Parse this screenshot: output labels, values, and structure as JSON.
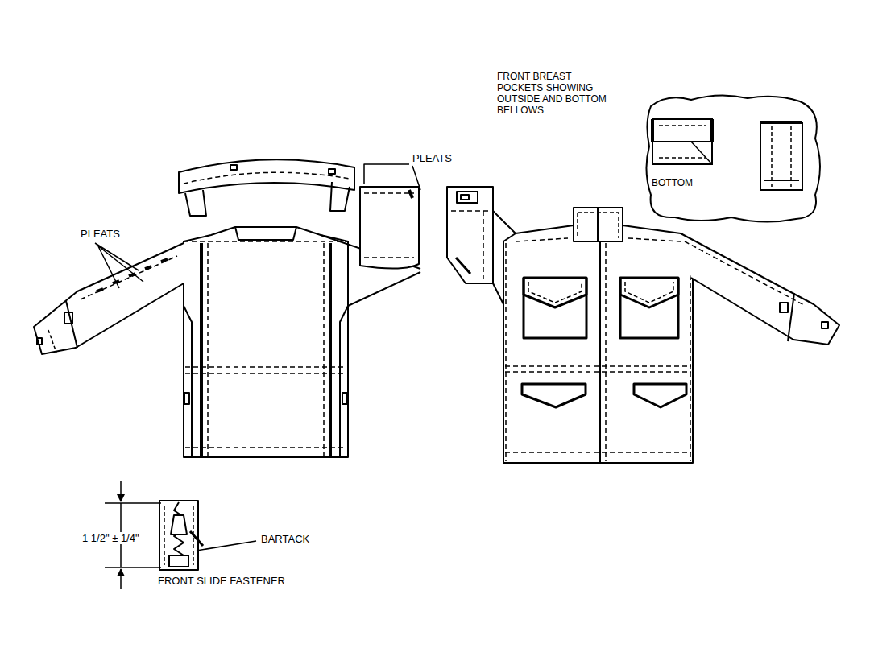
{
  "diagram": {
    "nodes": [
      {
        "text": [
          "FRONT BREAST POCKETS SHOWING OUTSIDE AND BOTTOM BELLOWS",
          "BOTTOM"
        ]
      }
    ],
    "labels": [
      "PLEATS",
      "PLEATS",
      "1 1/2\" ± 1/4\"",
      "BARTACK",
      "FRONT SLIDE FASTENER"
    ]
  }
}
